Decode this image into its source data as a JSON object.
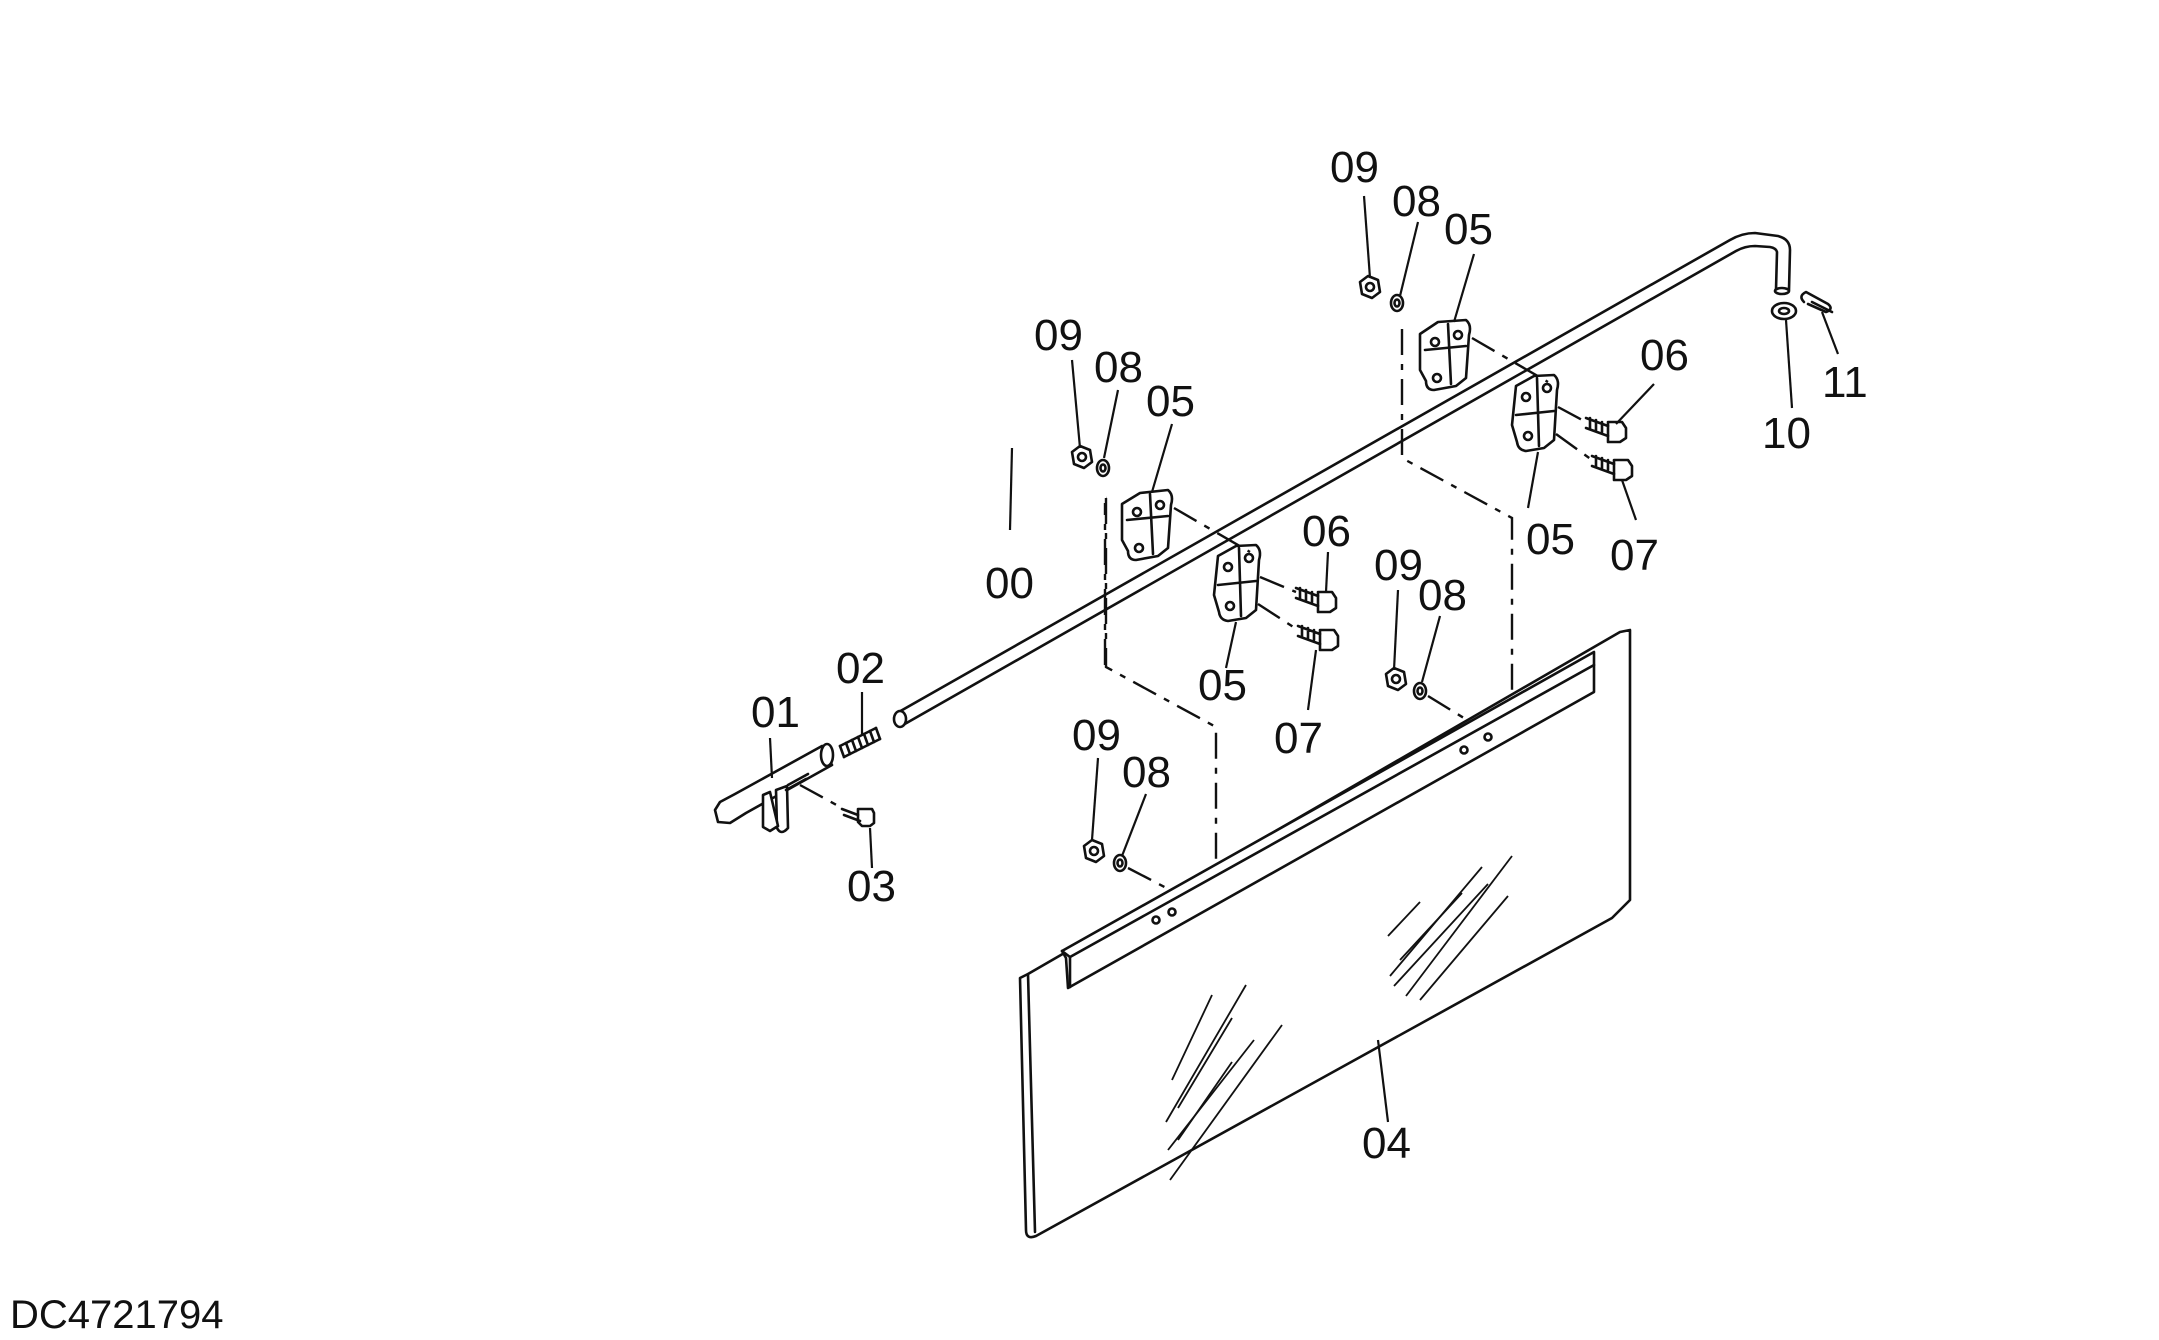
{
  "drawing_id": "DC4721794",
  "labels": {
    "rod": "00",
    "handle": "01",
    "spring": "02",
    "pin": "03",
    "window_panel": "04",
    "hinge_a_upper": "05",
    "hinge_a_lower": "05",
    "hinge_b_upper": "05",
    "hinge_b_lower": "05",
    "bolt_a_upper": "06",
    "bolt_a_lower": "07",
    "bolt_b_upper": "06",
    "bolt_b_lower": "07",
    "nut_a": "09",
    "washer_a": "08",
    "nut_b": "09",
    "washer_b": "08",
    "nut_c": "09",
    "washer_c": "08",
    "nut_d": "09",
    "washer_d": "08",
    "washer_end": "10",
    "cotter_pin": "11"
  }
}
